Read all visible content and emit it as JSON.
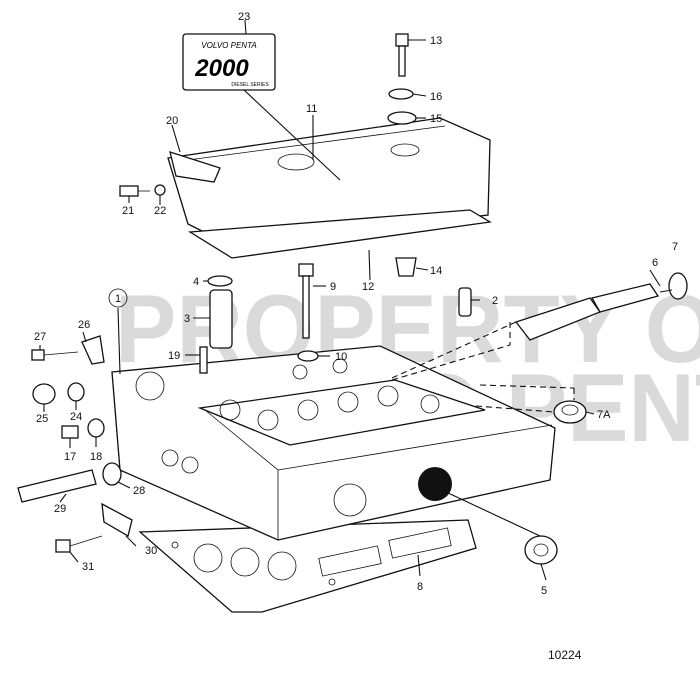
{
  "figure_number": "10224",
  "emblem": {
    "brand": "VOLVO PENTA",
    "model": "2000",
    "series": "DIESEL SERIES"
  },
  "watermark": {
    "line1": "PROPERTY OF",
    "line2": "VOLVO PENTA"
  },
  "labels": [
    "1",
    "2",
    "3",
    "4",
    "5",
    "6",
    "7",
    "7A",
    "8",
    "9",
    "10",
    "11",
    "12",
    "13",
    "14",
    "15",
    "16",
    "17",
    "18",
    "19",
    "20",
    "21",
    "22",
    "23",
    "24",
    "25",
    "26",
    "27",
    "28",
    "29",
    "30",
    "31"
  ]
}
